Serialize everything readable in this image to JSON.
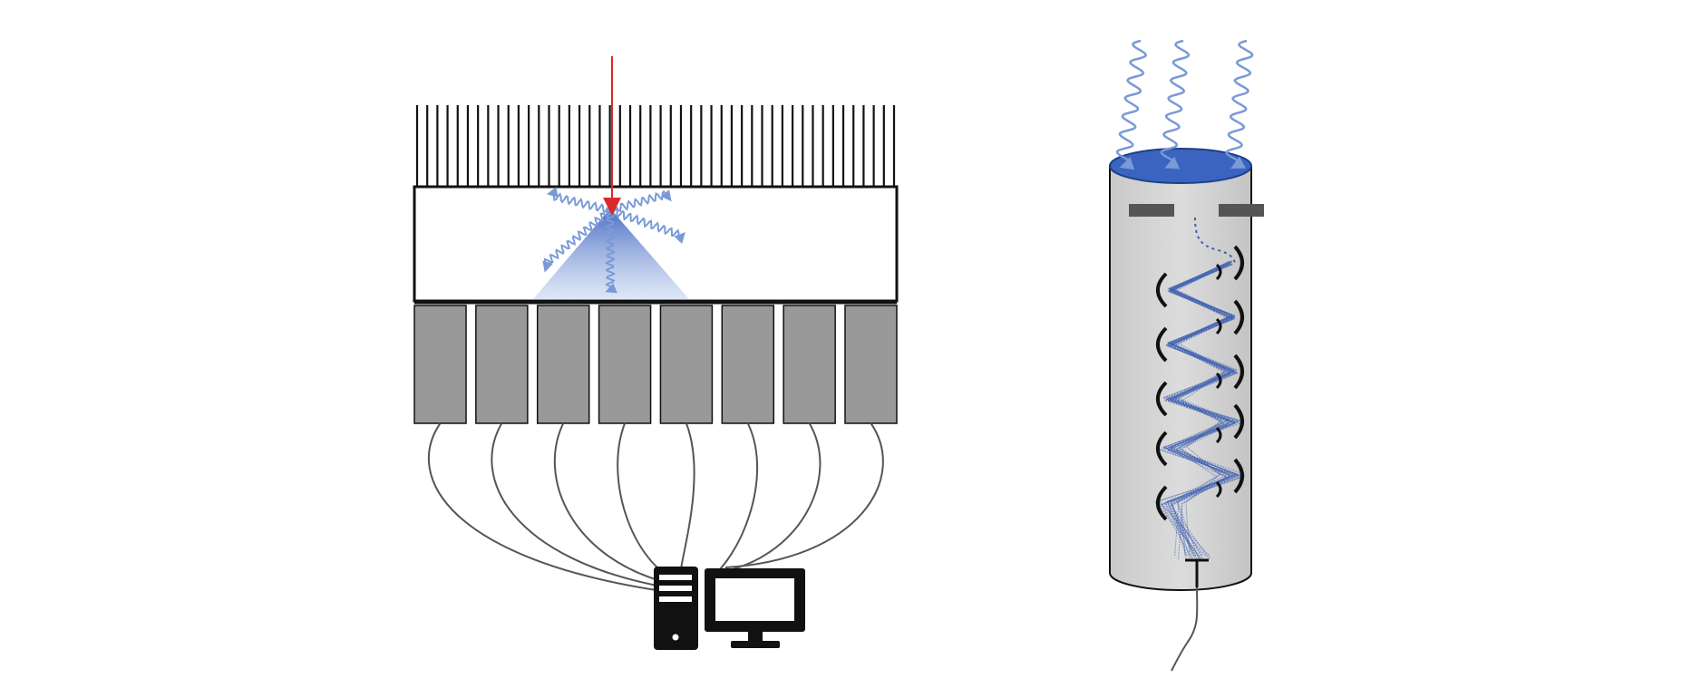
{
  "figure": {
    "left_panel": {
      "fibers": {
        "count": 48
      },
      "detector_modules": {
        "count": 8
      },
      "cables": {
        "count": 8
      },
      "computer": {
        "icons": [
          "computer-tower-icon",
          "monitor-icon"
        ]
      }
    },
    "right_panel": {
      "incoming_waves": {
        "count": 3
      },
      "electrode_plates": {
        "count": 2
      },
      "dynode_arcs": {
        "count": 10
      }
    },
    "colors": {
      "wave": "#7a9ad6",
      "cone": "#4a6fc2",
      "incident_ray": "#d92a2a",
      "detector_module": "#999999",
      "cylinder_body": "#d3d3d3",
      "cylinder_top": "#3a64bf",
      "electron_path": "#3c5fb0",
      "outline": "#111111",
      "cable": "#555555",
      "plate": "#555555"
    }
  }
}
